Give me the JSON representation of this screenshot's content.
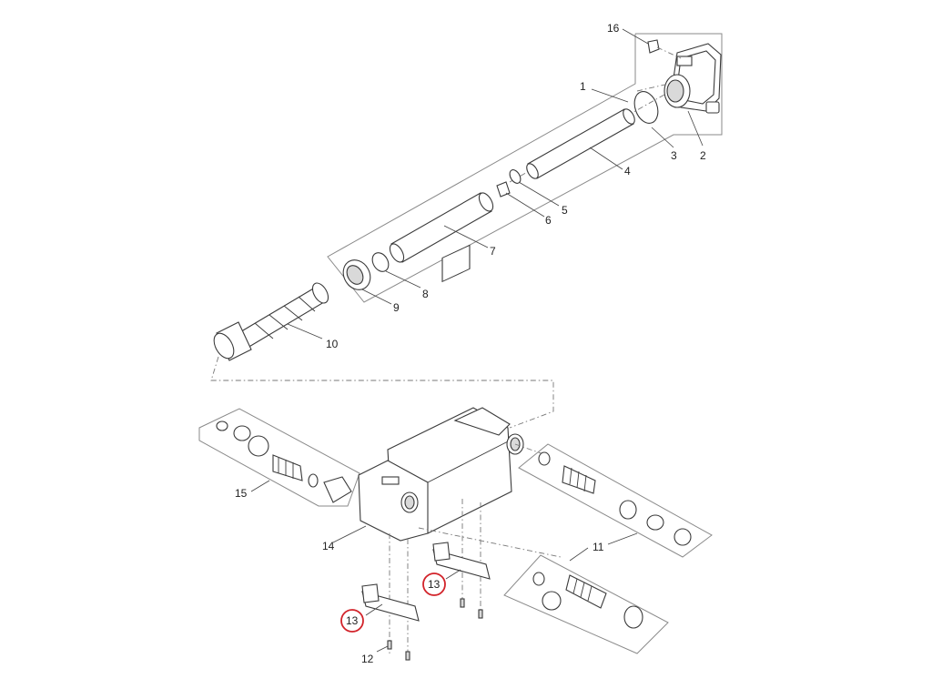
{
  "labels": {
    "p1": "1",
    "p2": "2",
    "p3": "3",
    "p4": "4",
    "p5": "5",
    "p6": "6",
    "p7": "7",
    "p8": "8",
    "p9": "9",
    "p10": "10",
    "p11": "11",
    "p12": "12",
    "p13a": "13",
    "p13b": "13",
    "p14": "14",
    "p15": "15",
    "p16": "16"
  },
  "highlight_color": "#d2232a"
}
